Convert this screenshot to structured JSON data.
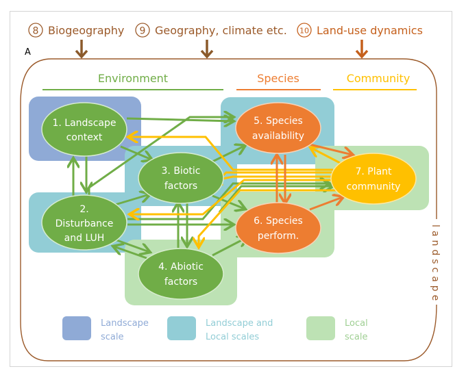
{
  "panel_label": "A",
  "drivers": [
    {
      "number": "8",
      "label": "Biogeography"
    },
    {
      "number": "9",
      "label": "Geography, climate etc."
    },
    {
      "number": "10",
      "label": "Land-use dynamics"
    }
  ],
  "headers": {
    "environment": "Environment",
    "species": "Species",
    "community": "Community"
  },
  "nodes": {
    "n1": {
      "line1": "1. Landscape",
      "line2": "context"
    },
    "n2": {
      "line0": "2.",
      "line1": "Disturbance",
      "line2": "and LUH"
    },
    "n3": {
      "line1": "3. Biotic",
      "line2": "factors"
    },
    "n4": {
      "line1": "4. Abiotic",
      "line2": "factors"
    },
    "n5": {
      "line1": "5. Species",
      "line2": "availability"
    },
    "n6": {
      "line1": "6. Species",
      "line2": "perform."
    },
    "n7": {
      "line1": "7. Plant",
      "line2": "community"
    }
  },
  "side_label": "landscape",
  "legend": [
    {
      "line1": "Landscape",
      "line2": "scale",
      "color": "#8faad6"
    },
    {
      "line1": "Landscape and",
      "line2": "Local scales",
      "color": "#92cdd6"
    },
    {
      "line1": "Local",
      "line2": "scale",
      "color": "#bde2b4"
    }
  ],
  "colors": {
    "brown": "#9b5a2a",
    "orange_arrow": "#c5601c",
    "green": "#70ad47",
    "orange": "#ed7d31",
    "yellow": "#ffc000"
  }
}
